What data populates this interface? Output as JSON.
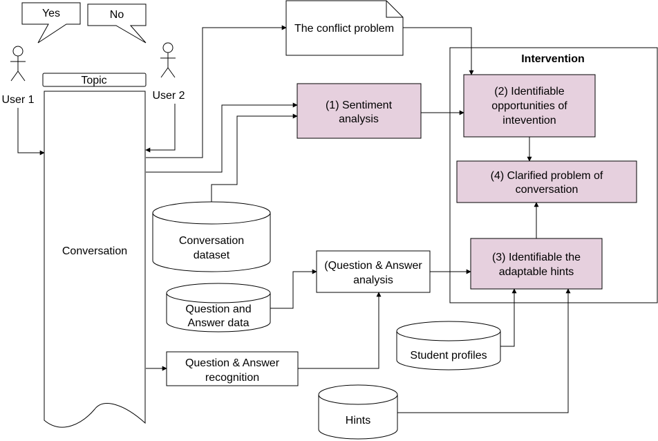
{
  "users": {
    "user1": "User 1",
    "user2": "User 2",
    "bubble_yes": "Yes",
    "bubble_no": "No"
  },
  "topic": "Topic",
  "conversation": "Conversation",
  "conflict_problem": "The conflict problem",
  "intervention_title": "Intervention",
  "sentiment": [
    "(1) Sentiment",
    "analysis"
  ],
  "opportunities": [
    "(2) Identifiable",
    "opportunities of",
    "intevention"
  ],
  "clarified": [
    "(4) Clarified problem of",
    "conversation"
  ],
  "hints_identify": [
    "(3) Identifiable the",
    "adaptable hints"
  ],
  "qa_analysis": [
    "(Question & Answer",
    "analysis"
  ],
  "qa_recognition": [
    "Question & Answer",
    "recognition"
  ],
  "conv_dataset": [
    "Conversation",
    "dataset"
  ],
  "qa_data": [
    "Question and",
    "Answer data"
  ],
  "student_profiles": "Student profiles",
  "hints": "Hints",
  "colors": {
    "process_fill": "#e6d0de",
    "stroke": "#000000"
  }
}
